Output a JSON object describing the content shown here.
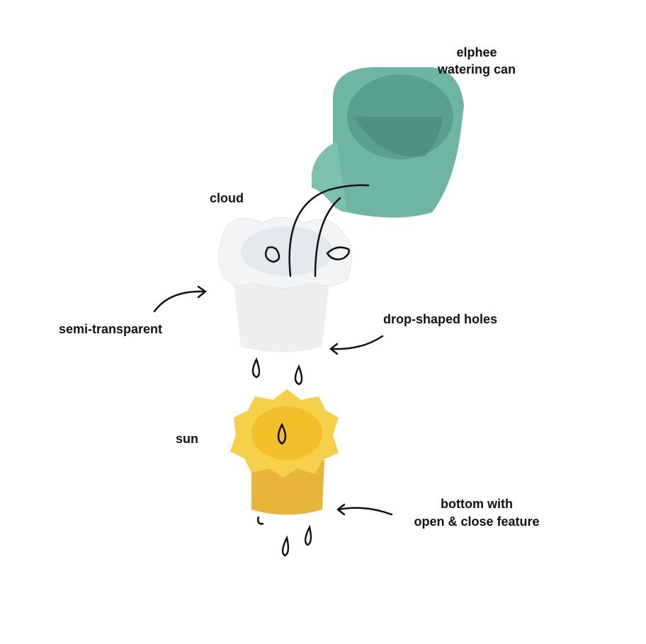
{
  "labels": {
    "watering_can_line1": "elphee",
    "watering_can_line2": "watering can",
    "cloud": "cloud",
    "semi_transparent": "semi-transparent",
    "drop_holes": "drop-shaped holes",
    "sun": "sun",
    "bottom_line1": "bottom with",
    "bottom_line2": "open & close feature"
  },
  "colors": {
    "watering_can": "#6fb5a3",
    "cloud": "#eef0f1",
    "sun": "#f2c230",
    "sun_cup": "#e9b43a"
  }
}
